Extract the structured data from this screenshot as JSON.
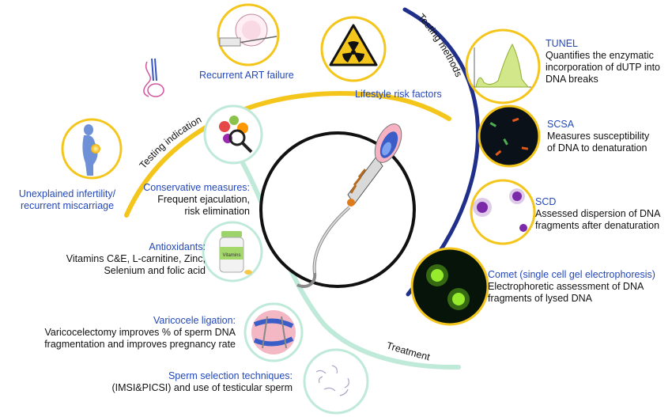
{
  "arc_labels": {
    "testing_indication": "Testing indication",
    "testing_methods": "Testing methods",
    "treatment": "Treatment"
  },
  "indications": {
    "art_failure": "Recurrent ART failure",
    "lifestyle": "Lifestyle risk factors",
    "infertility_line1": "Unexplained infertility/",
    "infertility_line2": "recurrent miscarriage"
  },
  "methods": {
    "tunel": {
      "title": "TUNEL",
      "line1": "Quantifies the enzymatic",
      "line2": "incorporation of dUTP into",
      "line3": "DNA breaks"
    },
    "scsa": {
      "title": "SCSA",
      "line1": "Measures susceptibility",
      "line2": "of DNA to denaturation"
    },
    "scd": {
      "title": "SCD",
      "line1": "Assessed dispersion of DNA",
      "line2": "fragments after denaturation"
    },
    "comet": {
      "title": "Comet (single cell gel electrophoresis)",
      "line1": "Electrophoretic assessment of DNA",
      "line2": "fragments of lysed DNA"
    }
  },
  "treatments": {
    "conservative": {
      "title": "Conservative measures:",
      "line1": "Frequent ejaculation,",
      "line2": "risk elimination"
    },
    "antioxidants": {
      "title": "Antioxidants:",
      "line1": "Vitamins C&E, L-carnitine, Zinc,",
      "line2": "Selenium and folic acid",
      "bottle_label": "Vitamins"
    },
    "varicocele": {
      "title": "Varicocele ligation:",
      "line1": "Varicocelectomy improves % of sperm DNA",
      "line2": "fragmentation and improves pregnancy rate"
    },
    "sperm_selection": {
      "title": "Sperm selection techniques:",
      "line1": "(IMSI&PICSI) and use of testicular sperm"
    }
  },
  "colors": {
    "indication_arc": "#f4c61c",
    "methods_arc": "#1f2f8a",
    "treatment_arc": "#bfe9d9",
    "title_blue": "#2448b8"
  }
}
